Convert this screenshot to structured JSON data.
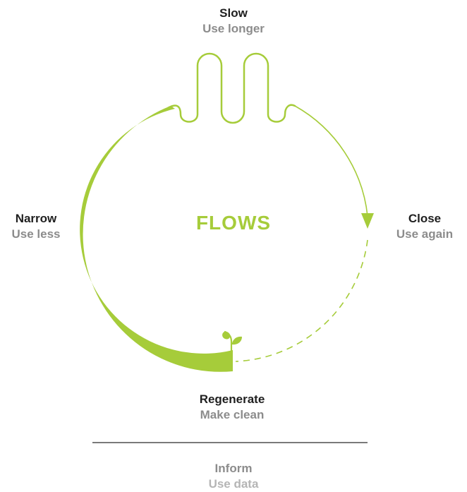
{
  "colors": {
    "accent": "#a6cc3a",
    "subtitle": "#8c8c8c",
    "subtitle_light": "#b5b5b5",
    "title": "#1f1f1f",
    "divider": "#7a7a7a"
  },
  "center": {
    "text": "FLOWS"
  },
  "nodes": {
    "slow": {
      "title": "Slow",
      "subtitle": "Use longer"
    },
    "close": {
      "title": "Close",
      "subtitle": "Use again"
    },
    "regenerate": {
      "title": "Regenerate",
      "subtitle": "Make clean"
    },
    "narrow": {
      "title": "Narrow",
      "subtitle": "Use less"
    },
    "inform": {
      "title": "Inform",
      "subtitle": "Use data"
    }
  },
  "icons": {
    "sprout": "sprout-icon",
    "arrow": "arrow-head-icon"
  }
}
